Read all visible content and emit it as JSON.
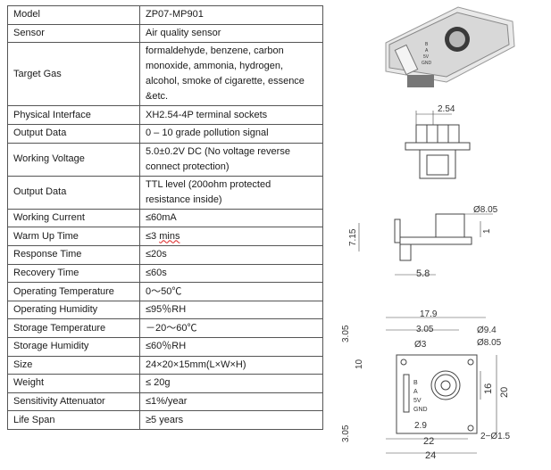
{
  "spec_rows": [
    {
      "key": "Model",
      "value": "ZP07-MP901"
    },
    {
      "key": "Sensor",
      "value": "Air quality sensor"
    },
    {
      "key": "Target Gas",
      "value_lines": [
        "formaldehyde, benzene, carbon",
        "monoxide, ammonia, hydrogen,",
        "alcohol, smoke of cigarette, essence",
        "&etc."
      ]
    },
    {
      "key": "Physical Interface",
      "value": "XH2.54-4P terminal sockets"
    },
    {
      "key": "Output Data",
      "value": "0 ‒ 10 grade pollution signal"
    },
    {
      "key": "Working Voltage",
      "value_lines": [
        "5.0±0.2V DC (No voltage reverse",
        "connect protection)"
      ]
    },
    {
      "key": "Output Data",
      "value_lines": [
        "TTL level (200ohm protected",
        "resistance inside)"
      ]
    },
    {
      "key": "Working Current",
      "value": "≤60mA"
    },
    {
      "key": "Warm Up Time",
      "value_pre": "≤3 ",
      "value_flag": "mins"
    },
    {
      "key": "Response Time",
      "value": "≤20s"
    },
    {
      "key": "Recovery Time",
      "value": "≤60s"
    },
    {
      "key": "Operating Temperature",
      "value": "0～50℃"
    },
    {
      "key": "Operating Humidity",
      "value": "≤95％RH"
    },
    {
      "key": "Storage Temperature",
      "value": "－20～60℃"
    },
    {
      "key": "Storage Humidity",
      "value": "≤60％RH"
    },
    {
      "key": "Size",
      "value": "24×20×15mm(L×W×H)"
    },
    {
      "key": "Weight",
      "value": "≤ 20g"
    },
    {
      "key": "Sensitivity Attenuator",
      "value": "≤1%/year"
    },
    {
      "key": "Life Span",
      "value": "≥5 years"
    }
  ],
  "board_pins": [
    "B",
    "A",
    "5V",
    "GND"
  ],
  "dimensions": {
    "side_pitch": "2.54",
    "side_dia": "Ø8.05",
    "side_height": "7.15",
    "side_one": "1",
    "side_width": "5.8",
    "top_17_9": "17.9",
    "top_3_05a": "3.05",
    "top_3_05b": "3.05",
    "top_3_05c": "3.05",
    "top_phi3": "Ø3",
    "top_phi9_4": "Ø9.4",
    "top_phi8_05": "Ø8.05",
    "top_10": "10",
    "top_16": "16",
    "top_20": "20",
    "top_2_9": "2.9",
    "top_22": "22",
    "top_24": "24",
    "top_holes": "2−Ø1.5"
  }
}
